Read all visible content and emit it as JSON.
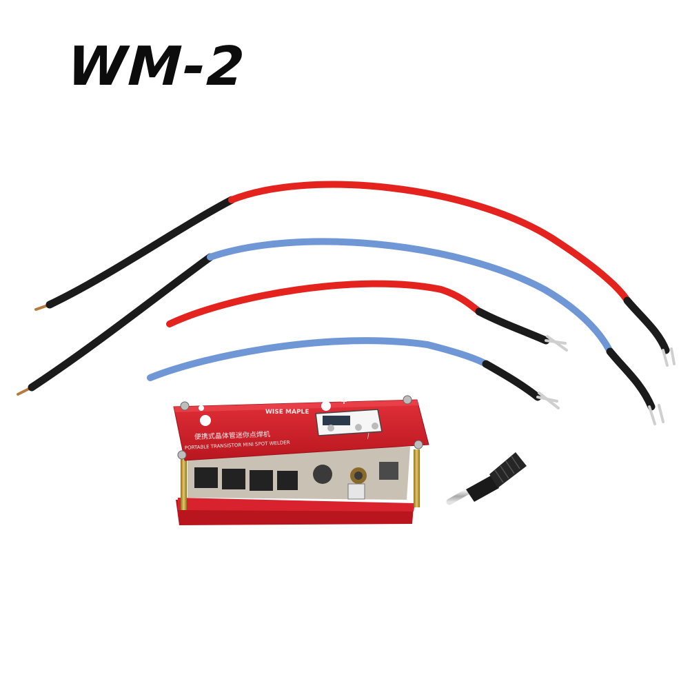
{
  "product": {
    "model_title": "WM-2",
    "board_brand": "WISE MAPLE",
    "board_name_cn": "便携式晶体管迷你点焊机",
    "board_name_en": "PORTABLE TRANSISTOR MINI SPOT WELDER",
    "plus_marking": "+",
    "minus_marking": "—"
  },
  "colors": {
    "board_red": "#d8222e",
    "wire_red": "#e4231f",
    "wire_blue": "#6f97d6",
    "heat_shrink_black": "#1b1b1b",
    "brass_standoff": "#c9a640",
    "background": "#ffffff"
  },
  "items": [
    {
      "name": "welding-pen-cable-red",
      "icon": "cable"
    },
    {
      "name": "welding-pen-cable-blue",
      "icon": "cable"
    },
    {
      "name": "battery-cable-red",
      "icon": "cable"
    },
    {
      "name": "battery-cable-blue",
      "icon": "cable"
    },
    {
      "name": "spot-welder-board",
      "icon": "pcb"
    },
    {
      "name": "dc-power-plug",
      "icon": "plug"
    }
  ]
}
